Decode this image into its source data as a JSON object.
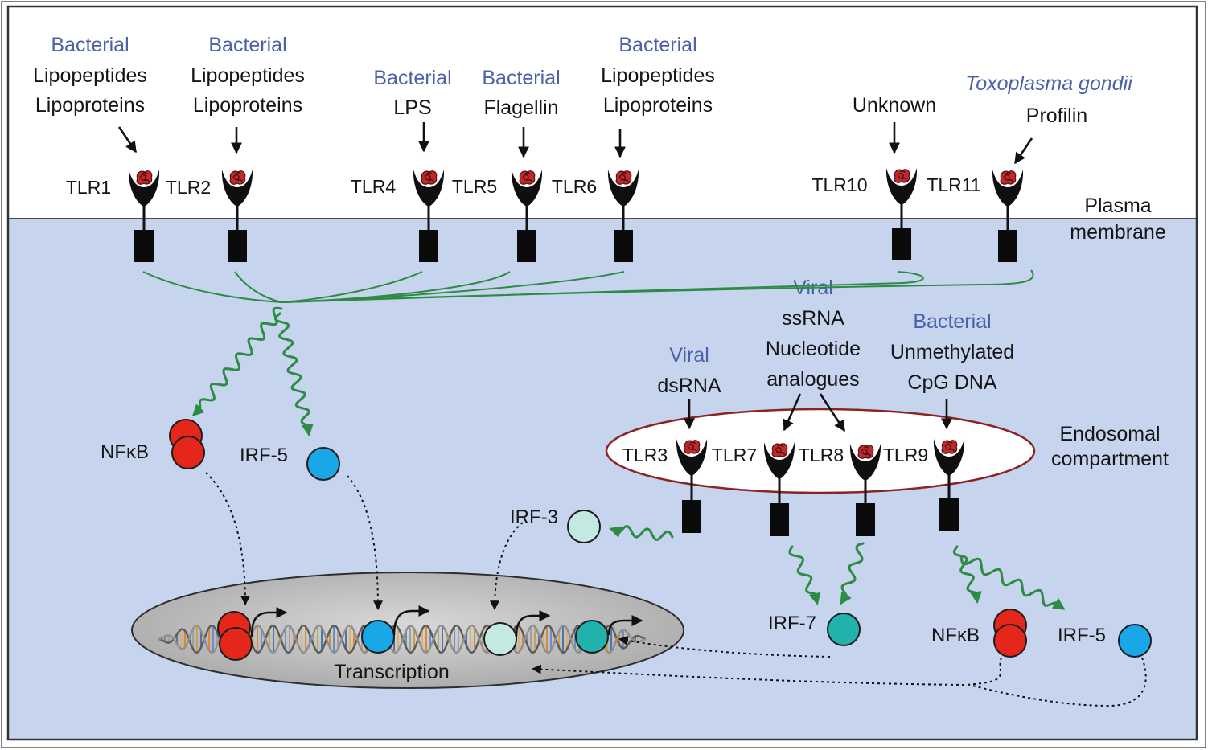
{
  "surface_receptors": {
    "tlr1": {
      "label": "TLR1",
      "source": "Bacterial",
      "ligand": [
        "Lipopeptides",
        "Lipoproteins"
      ]
    },
    "tlr2": {
      "label": "TLR2",
      "source": "Bacterial",
      "ligand": [
        "Lipopeptides",
        "Lipoproteins"
      ]
    },
    "tlr4": {
      "label": "TLR4",
      "source": "Bacterial",
      "ligand": [
        "LPS"
      ]
    },
    "tlr5": {
      "label": "TLR5",
      "source": "Bacterial",
      "ligand": [
        "Flagellin"
      ]
    },
    "tlr6": {
      "label": "TLR6",
      "source": "Bacterial",
      "ligand": [
        "Lipopeptides",
        "Lipoproteins"
      ]
    },
    "tlr10": {
      "label": "TLR10",
      "ligand": [
        "Unknown"
      ]
    },
    "tlr11": {
      "label": "TLR11",
      "source": "Toxoplasma gondii",
      "ligand": [
        "Profilin"
      ]
    }
  },
  "endosomal_receptors": {
    "tlr3": {
      "label": "TLR3",
      "source": "Viral",
      "ligand": [
        "dsRNA"
      ]
    },
    "tlr7": {
      "label": "TLR7"
    },
    "tlr8": {
      "label": "TLR8"
    },
    "tlr7_tlr8_shared": {
      "source": "Viral",
      "ligand": [
        "ssRNA",
        "Nucleotide",
        "analogues"
      ]
    },
    "tlr9": {
      "label": "TLR9",
      "source": "Bacterial",
      "ligand": [
        "Unmethylated",
        "CpG DNA"
      ]
    }
  },
  "compartments": {
    "plasma_membrane": [
      "Plasma",
      "membrane"
    ],
    "endosomal": [
      "Endosomal",
      "compartment"
    ],
    "nucleus": "Transcription"
  },
  "factors": {
    "nfkb_surface": "NFκB",
    "irf5_surface": "IRF-5",
    "irf3": "IRF-3",
    "irf7": "IRF-7",
    "nfkb_endosomal": "NFκB",
    "irf5_endosomal": "IRF-5"
  },
  "colors": {
    "cytoplasm": "#c6d4ee",
    "source_text": "#4b61a8",
    "signal_green": "#2e8b45",
    "endosome_outline": "#8c2424",
    "nucleus": "#a9a9a9",
    "ligand": "#bf2a2a",
    "nfkb": "#e5261a",
    "irf5": "#1aa7e8",
    "irf3": "#c4e9e3",
    "irf7": "#22b2ad"
  }
}
